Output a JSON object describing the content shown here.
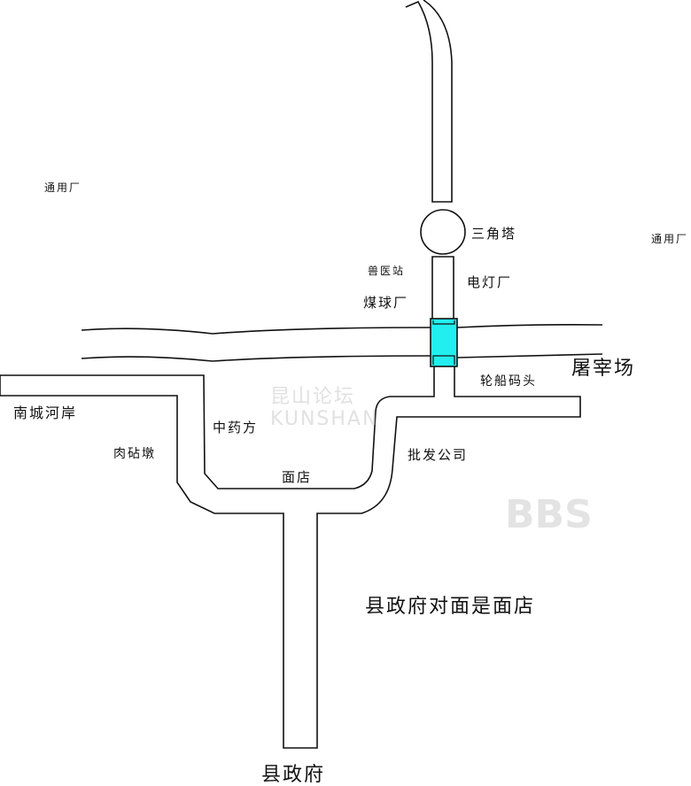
{
  "labels": {
    "tongyong_left": "通用厂",
    "sanjiaota": "三角塔",
    "tongyong_right": "通用厂",
    "shouyizhan": "兽医站",
    "diandengchang": "电灯厂",
    "meiqiuchang": "煤球厂",
    "tuzaichang": "屠宰场",
    "lunchuanmatou": "轮船码头",
    "nanchenghean": "南城河岸",
    "zhongyaofang": "中药方",
    "rouzhendun": "肉砧墩",
    "pifagongsi": "批发公司",
    "miandian": "面店",
    "note": "县政府对面是面店",
    "xianzhengfu": "县政府"
  },
  "watermark": {
    "cn": "昆山论坛",
    "en": "KUNSHAN",
    "bbs": "BBS"
  },
  "colors": {
    "bridge": "#22eef0",
    "line": "#111111"
  }
}
